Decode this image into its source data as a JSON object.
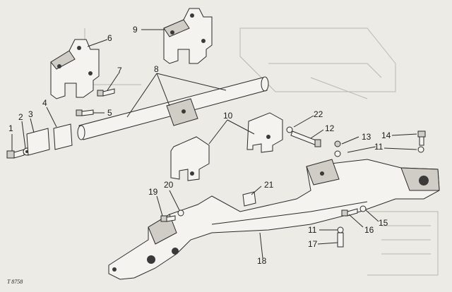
{
  "figure_id": "T 8758",
  "callouts": [
    "1",
    "2",
    "3",
    "4",
    "5",
    "6",
    "7",
    "8",
    "9",
    "10",
    "22",
    "12",
    "13",
    "14",
    "11",
    "19",
    "20",
    "21",
    "11",
    "15",
    "16",
    "17",
    "18"
  ]
}
